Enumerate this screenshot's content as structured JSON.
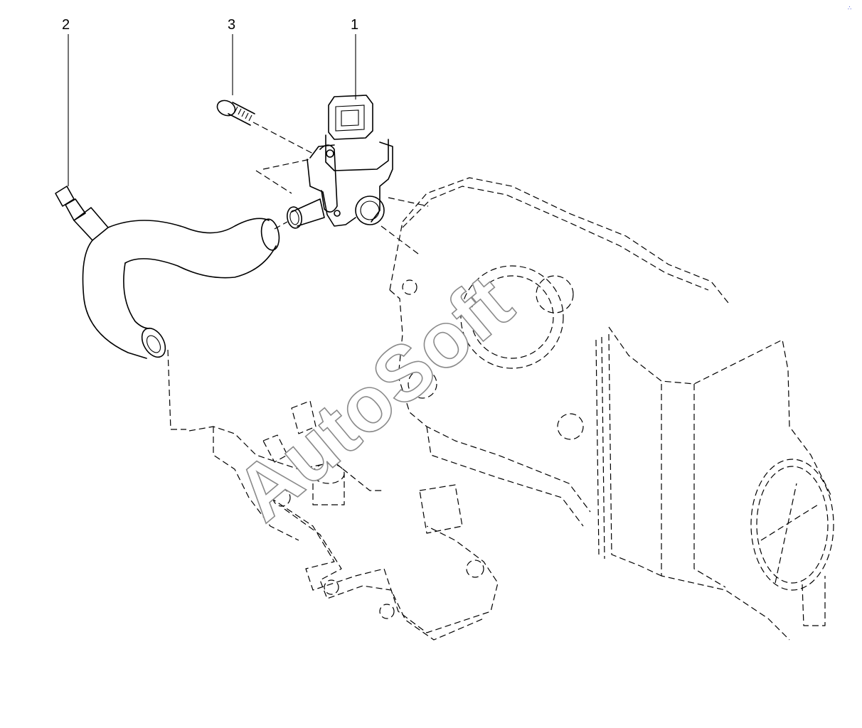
{
  "callouts": {
    "part1": "1",
    "part2": "2",
    "part3": "3"
  },
  "watermark": "AutoSoft",
  "corner_mark": "∴"
}
